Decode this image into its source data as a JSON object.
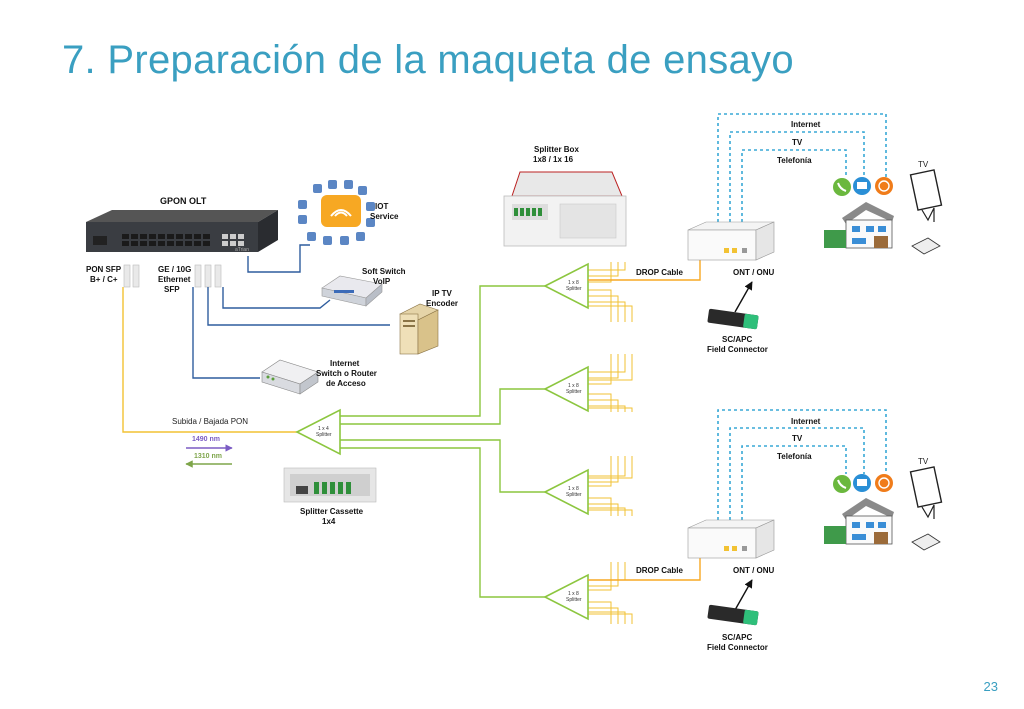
{
  "slide": {
    "title": "7. Preparación de la maqueta de ensayo",
    "page_number": "23"
  },
  "olt": {
    "title": "GPON OLT",
    "pon_sfp": [
      "PON SFP",
      "B+ / C+"
    ],
    "ge_sfp": [
      "GE / 10G",
      "Ethernet",
      "SFP"
    ],
    "brand": "aTrian"
  },
  "services": {
    "iot": [
      "IOT",
      "Service"
    ],
    "softswitch": [
      "Soft Switch",
      "VoIP"
    ],
    "iptv": [
      "IP TV",
      "Encoder"
    ],
    "router": [
      "Internet",
      "Switch o Router",
      "de Acceso"
    ]
  },
  "pon_link": {
    "label": "Subida / Bajada PON",
    "down": "1490 nm",
    "up": "1310 nm"
  },
  "splitter_1x4": {
    "label": [
      "1 x 4",
      "Splitter"
    ],
    "cassette": [
      "Splitter Cassette",
      "1x4"
    ]
  },
  "splitter_1x8": {
    "label": [
      "1 x 8",
      "Splitter"
    ]
  },
  "splitter_box": [
    "Splitter Box",
    "1x8 / 1x 16"
  ],
  "subscriber": {
    "drop": "DROP Cable",
    "ont": "ONT / ONU",
    "connector": [
      "SC/APC",
      "Field Connector"
    ],
    "internet": "Internet",
    "tv": "TV",
    "telefonia": "Telefonía",
    "tv_label": "TV"
  },
  "colors": {
    "title": "#3a9fc1",
    "blue_link": "#2f5d9e",
    "pon_yellow": "#f2c233",
    "green_fiber": "#8cc63f",
    "drop_orange": "#f7a823",
    "service_dash": "#39a8d6",
    "down_arrow": "#7b5cc4",
    "up_arrow": "#7ea54a"
  }
}
